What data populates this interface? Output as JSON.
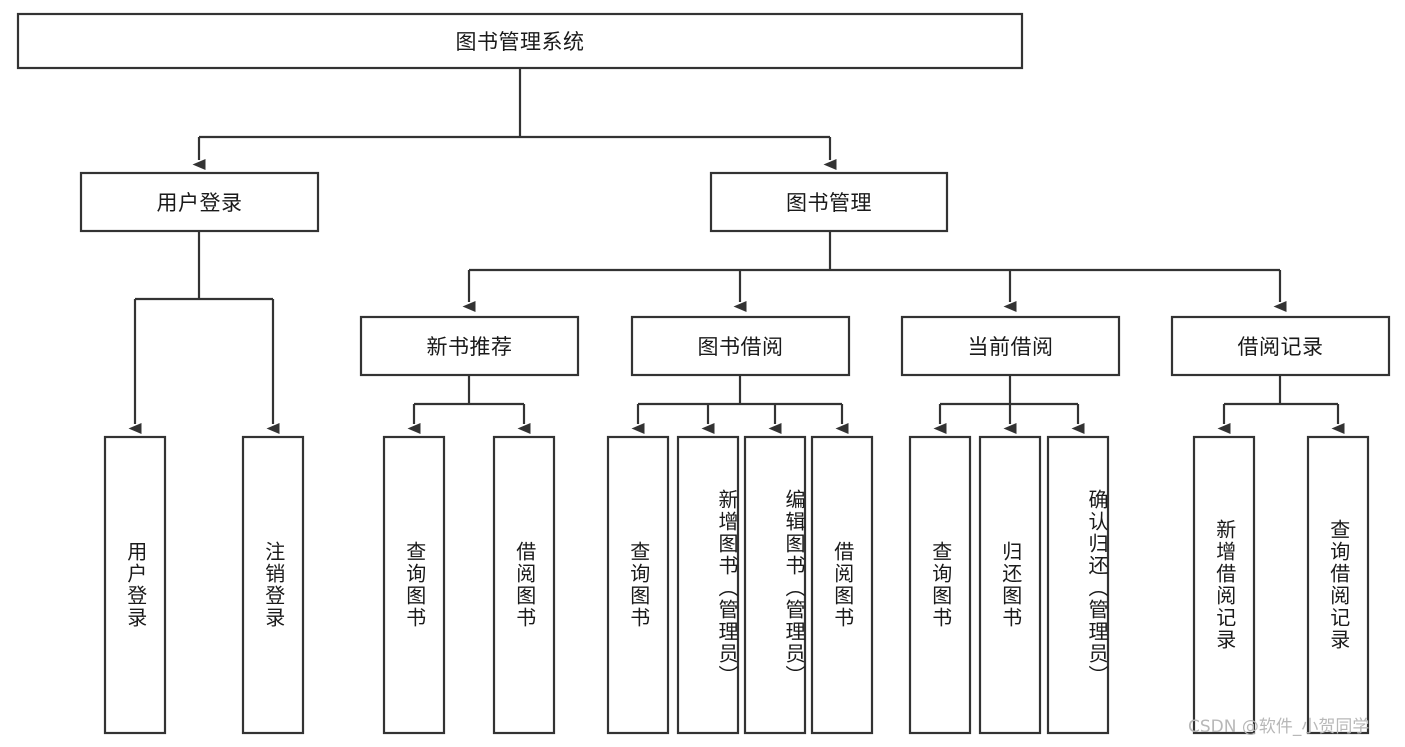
{
  "diagram": {
    "title": "图书管理系统",
    "type": "tree-hierarchy-diagram",
    "orientation": "top-down",
    "colors": {
      "box_stroke": "#333333",
      "box_fill": "#ffffff",
      "text": "#1a1a1a",
      "background": "#ffffff",
      "watermark": "#b8b8b8"
    },
    "root": {
      "label": "图书管理系统"
    },
    "level2": [
      {
        "label": "用户登录"
      },
      {
        "label": "图书管理"
      }
    ],
    "level3": [
      {
        "label": "新书推荐"
      },
      {
        "label": "图书借阅"
      },
      {
        "label": "当前借阅"
      },
      {
        "label": "借阅记录"
      }
    ],
    "leaves": {
      "user_login": [
        {
          "label": "用户登录"
        },
        {
          "label": "注销登录"
        }
      ],
      "new_book_recommend": [
        {
          "label": "查询图书"
        },
        {
          "label": "借阅图书"
        }
      ],
      "book_borrow": [
        {
          "label": "查询图书"
        },
        {
          "label": "新增图书（管理员）"
        },
        {
          "label": "编辑图书（管理员）"
        },
        {
          "label": "借阅图书"
        }
      ],
      "current_borrow": [
        {
          "label": "查询图书"
        },
        {
          "label": "归还图书"
        },
        {
          "label": "确认归还（管理员）"
        }
      ],
      "borrow_record": [
        {
          "label": "新增借阅记录"
        },
        {
          "label": "查询借阅记录"
        }
      ]
    }
  },
  "watermark": {
    "text": "CSDN @软件_小贺同学"
  }
}
